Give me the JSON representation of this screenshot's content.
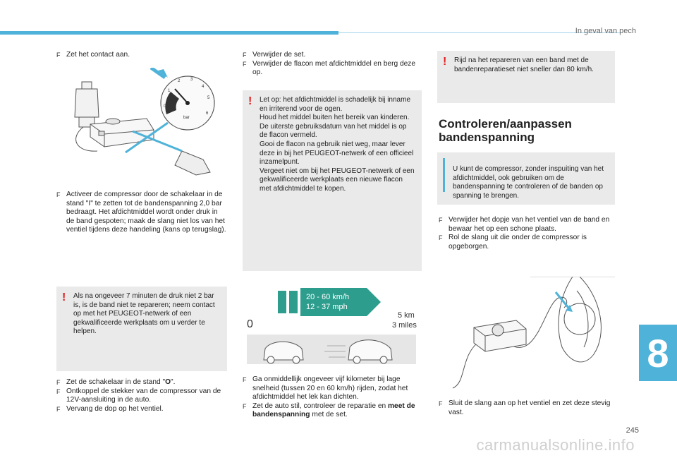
{
  "header": {
    "title": "In geval van pech"
  },
  "chapter": "8",
  "page_number": "245",
  "watermark": "carmanualsonline.info",
  "col1": {
    "step1": "Zet het contact aan.",
    "gauge": {
      "unit": "bar",
      "ticks": [
        "0",
        "1",
        "2",
        "3",
        "4",
        "5",
        "6"
      ]
    },
    "step2": "Activeer de compressor door de schakelaar in de stand \"I\" te zetten tot de bandenspanning 2,0 bar bedraagt. Het afdichtmiddel wordt onder druk in de band gespoten; maak de slang niet los van het ventiel tijdens deze handeling (kans op terugslag).",
    "warning": "Als na ongeveer 7 minuten de druk niet 2 bar is, is de band niet te repareren; neem contact op met het PEUGEOT-netwerk of een gekwalificeerde werkplaats om u verder te helpen.",
    "step3_pre": "Zet de schakelaar in de stand \"",
    "step3_bold": "O",
    "step3_post": "\".",
    "step4": "Ontkoppel de stekker van de compressor van de 12V-aansluiting in de auto.",
    "step5": "Vervang de dop op het ventiel."
  },
  "col2": {
    "step1": "Verwijder de set.",
    "step2": "Verwijder de flacon met afdichtmiddel en berg deze op.",
    "warning": [
      "Let op: het afdichtmiddel is schadelijk bij inname en irriterend voor de ogen.",
      "Houd het middel buiten het bereik van kinderen.",
      "De uiterste gebruiksdatum van het middel is op de flacon vermeld.",
      "Gooi de flacon na gebruik niet weg, maar lever deze in bij het PEUGEOT-netwerk of een officieel inzamelpunt.",
      "Vergeet niet om bij het PEUGEOT-netwerk of een gekwalificeerde werkplaats een nieuwe flacon met afdichtmiddel te kopen."
    ],
    "speed_kmh": "20 - 60 km/h",
    "speed_mph": "12 - 37 mph",
    "start": "0",
    "dist_km": "5 km",
    "dist_miles": "3 miles",
    "step3": "Ga onmiddellijk ongeveer vijf kilometer bij lage snelheid (tussen 20 en 60 km/h) rijden, zodat het afdichtmiddel het lek kan dichten.",
    "step4_pre": "Zet de auto stil, controleer de reparatie en ",
    "step4_bold": "meet de bandenspanning",
    "step4_post": " met de set."
  },
  "col3": {
    "warning": "Rijd na het repareren van een band met de bandenreparatieset niet sneller dan 80 km/h.",
    "title_line1": "Controleren/aanpassen",
    "title_line2": "bandenspanning",
    "info": "U kunt de compressor, zonder inspuiting van het afdichtmiddel, ook gebruiken om de bandenspanning te controleren of de banden op spanning te brengen.",
    "step1": "Verwijder het dopje van het ventiel van de band en bewaar het op een schone plaats.",
    "step2": "Rol de slang uit die onder de compressor is opgeborgen.",
    "step3": "Sluit de slang aan op het ventiel en zet deze stevig vast."
  },
  "colors": {
    "accent": "#4fb3d9",
    "warning": "#e01d1d",
    "box_bg": "#eaeaea"
  }
}
